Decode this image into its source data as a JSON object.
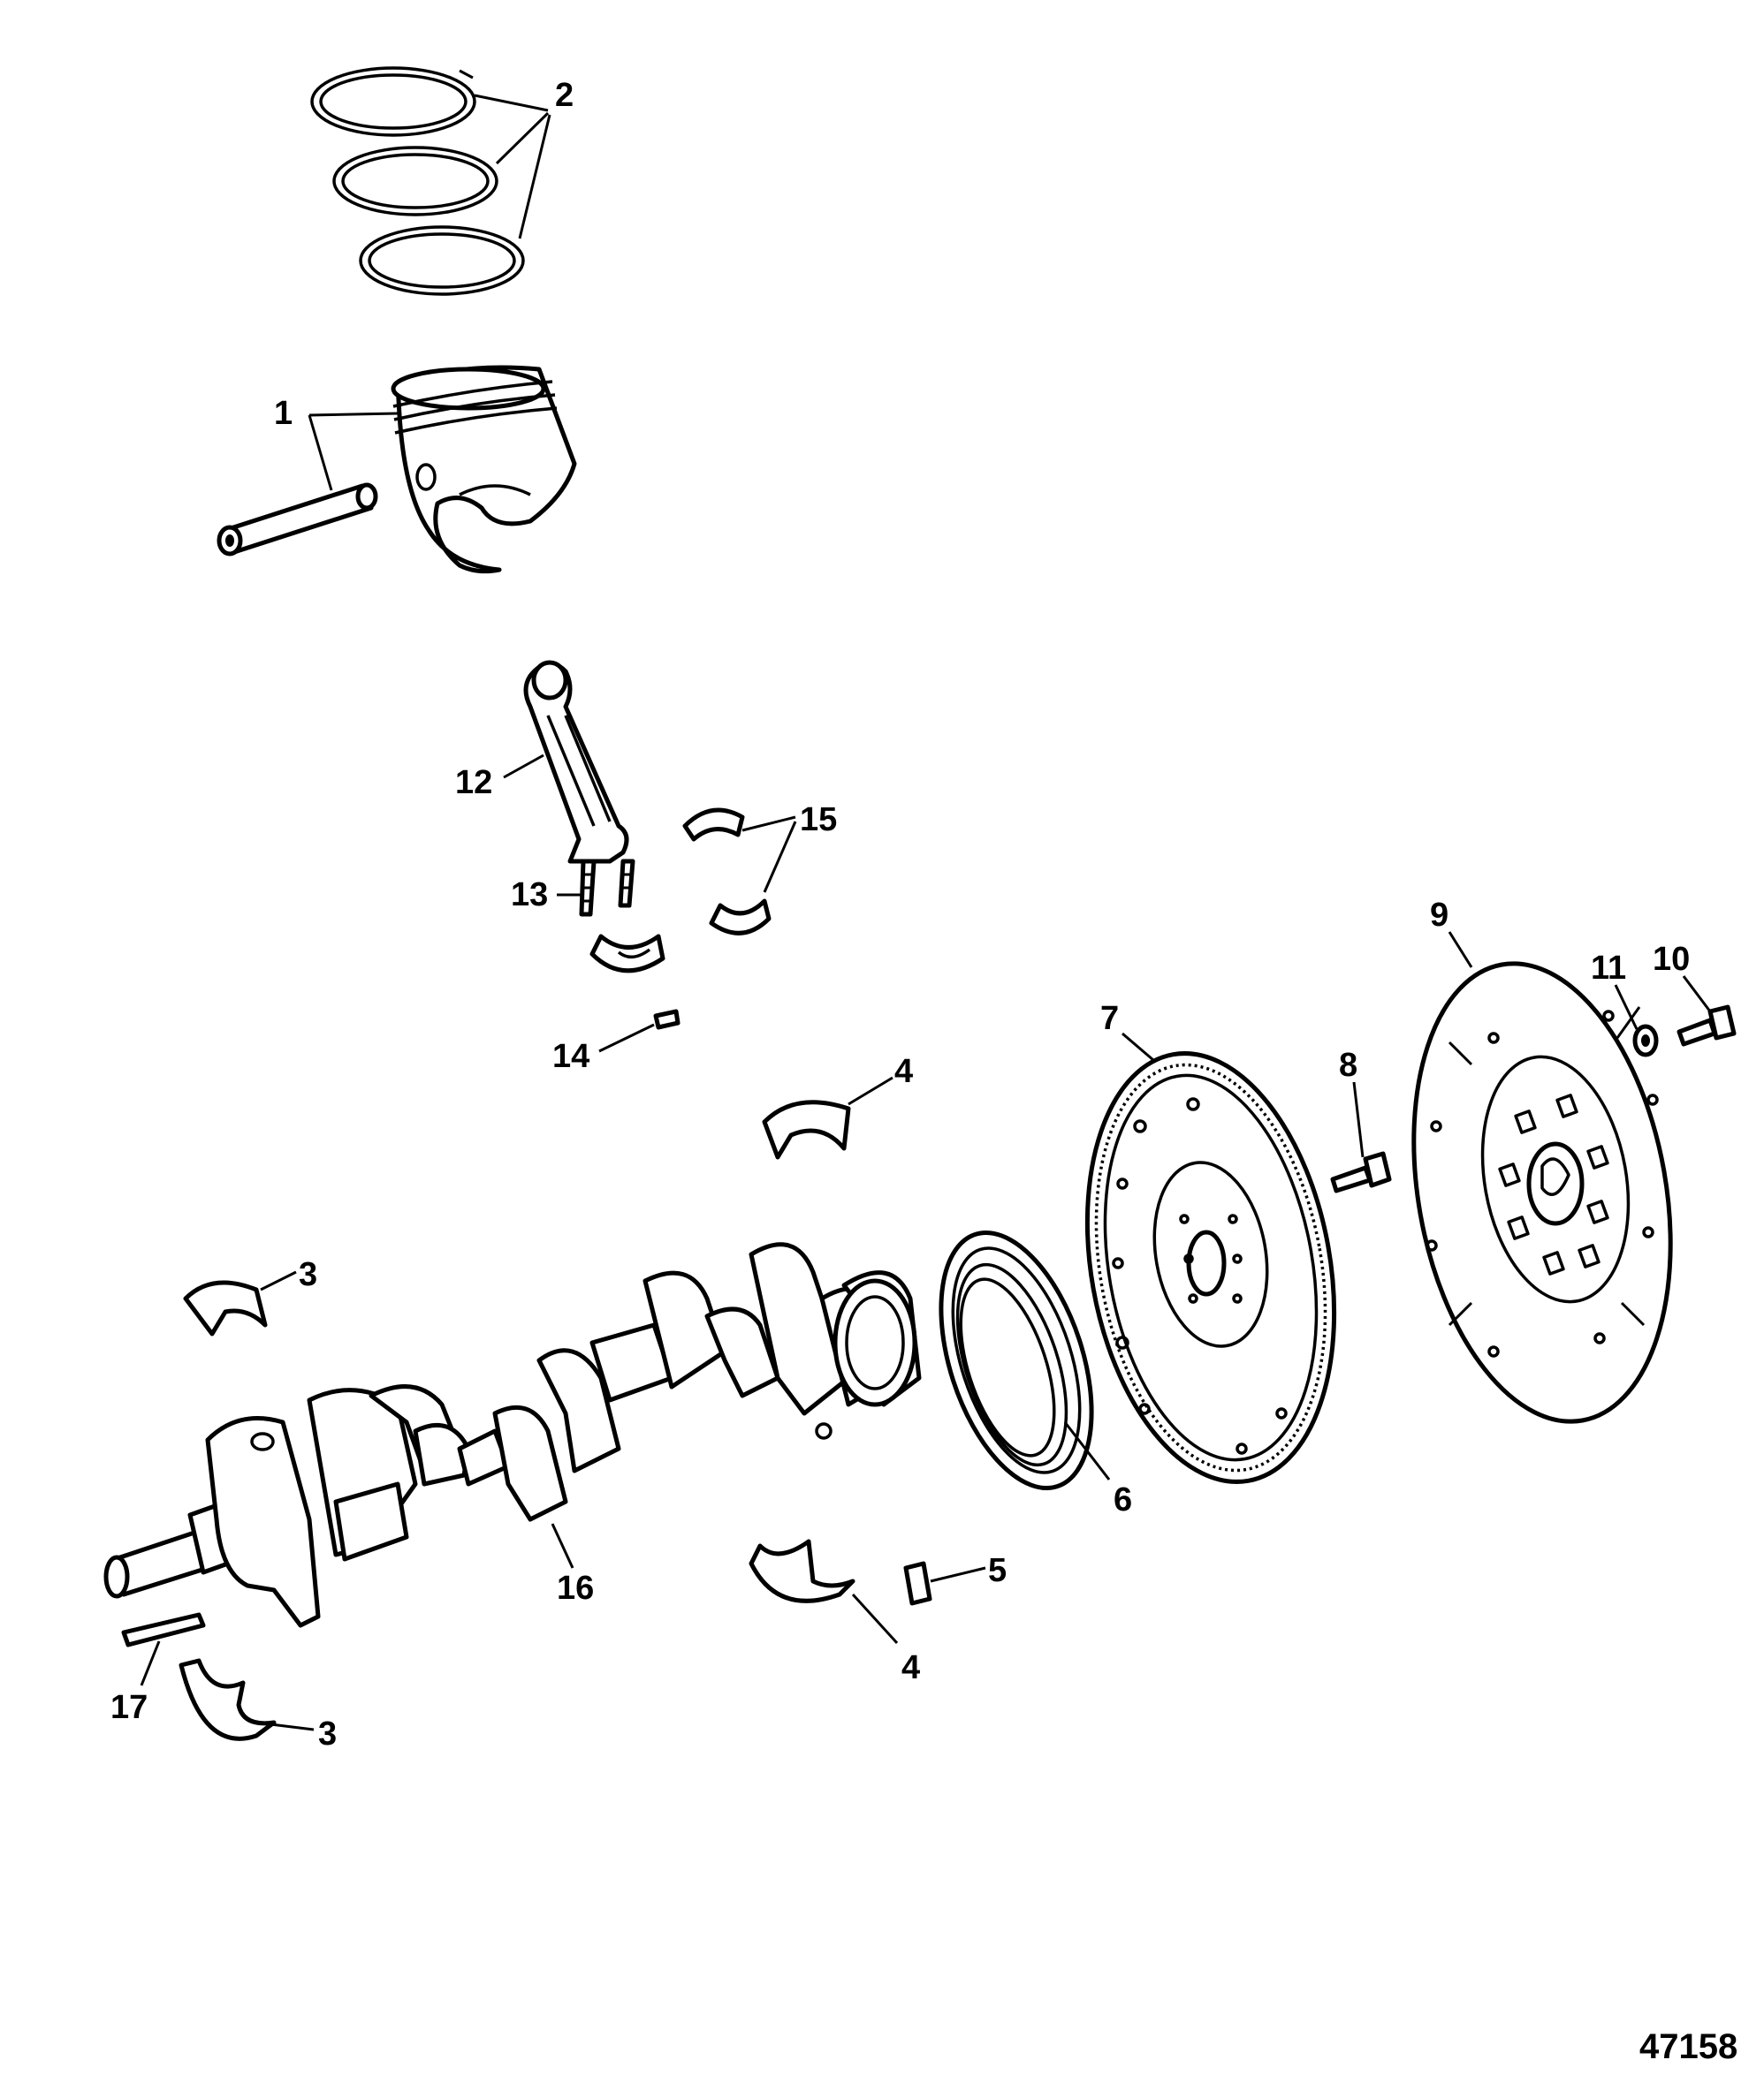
{
  "diagram": {
    "reference_number": "47158",
    "parts": [
      {
        "id": "1",
        "label": "1"
      },
      {
        "id": "2",
        "label": "2"
      },
      {
        "id": "3",
        "label": "3"
      },
      {
        "id": "4",
        "label": "4"
      },
      {
        "id": "5",
        "label": "5"
      },
      {
        "id": "6",
        "label": "6"
      },
      {
        "id": "7",
        "label": "7"
      },
      {
        "id": "8",
        "label": "8"
      },
      {
        "id": "9",
        "label": "9"
      },
      {
        "id": "10",
        "label": "10"
      },
      {
        "id": "11",
        "label": "11"
      },
      {
        "id": "12",
        "label": "12"
      },
      {
        "id": "13",
        "label": "13"
      },
      {
        "id": "14",
        "label": "14"
      },
      {
        "id": "15",
        "label": "15"
      },
      {
        "id": "16",
        "label": "16"
      },
      {
        "id": "17",
        "label": "17"
      }
    ]
  }
}
